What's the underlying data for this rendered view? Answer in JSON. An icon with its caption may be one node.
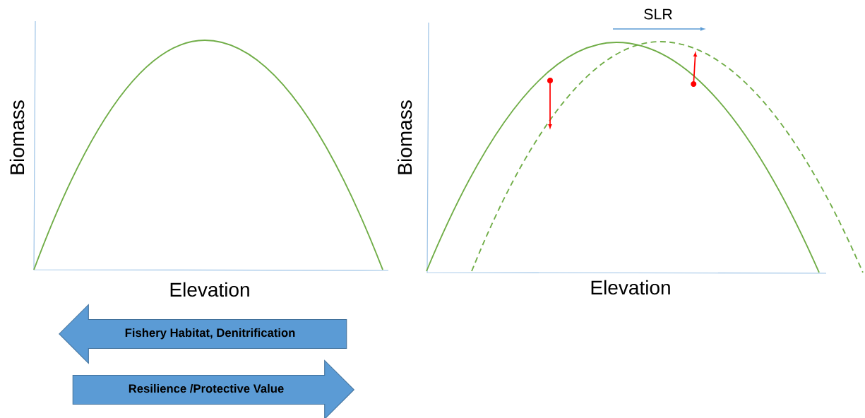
{
  "diagram": {
    "nodes": [
      {
        "text": [
          "Fishery Habitat, Denitrification"
        ]
      },
      {
        "text": [
          "Resilience /Protective Value"
        ]
      }
    ],
    "labels": [
      "SLR",
      "Biomass",
      "Biomass",
      "Elevation",
      "Elevation"
    ]
  }
}
